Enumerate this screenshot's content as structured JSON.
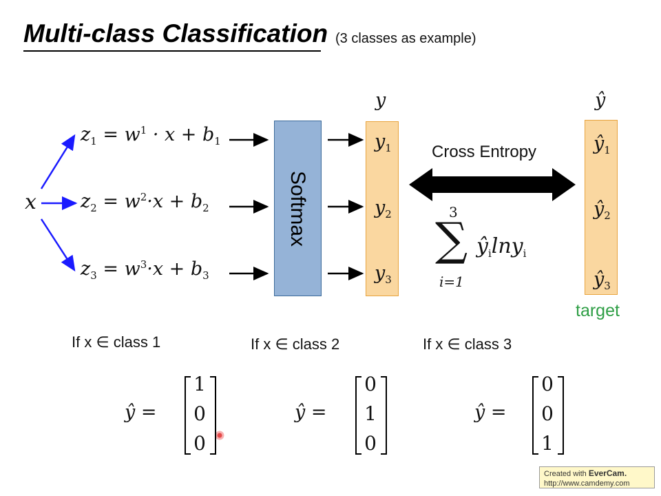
{
  "title": "Multi-class Classification",
  "subtitle": "(3 classes as example)",
  "input_label": "x",
  "equations": [
    {
      "z": "z",
      "zsub": "1",
      "eq": "= w",
      "sup": "1",
      "rest": " · x + b",
      "bsub": "1"
    },
    {
      "z": "z",
      "zsub": "2",
      "eq": "= w",
      "sup": "2",
      "rest": "·x + b",
      "bsub": "2"
    },
    {
      "z": "z",
      "zsub": "3",
      "eq": "= w",
      "sup": "3",
      "rest": "·x + b",
      "bsub": "3"
    }
  ],
  "softmax_label": "Softmax",
  "y_header": "y",
  "y_items": [
    {
      "base": "y",
      "sub": "1"
    },
    {
      "base": "y",
      "sub": "2"
    },
    {
      "base": "y",
      "sub": "3"
    }
  ],
  "yhat_header": "ŷ",
  "yhat_items": [
    {
      "base": "ŷ",
      "sub": "1"
    },
    {
      "base": "ŷ",
      "sub": "2"
    },
    {
      "base": "ŷ",
      "sub": "3"
    }
  ],
  "cross_entropy_label": "Cross Entropy",
  "sum_formula": {
    "upper": "3",
    "lower": "i=1",
    "symbol": "∑",
    "term1": "ŷ",
    "sub1": "i",
    "mid": "lny",
    "sub2": "i"
  },
  "target_label": "target",
  "colors": {
    "arrow_blue": "#1a1aff",
    "softmax_fill": "#95b3d7",
    "y_fill": "#fad7a0",
    "target_green": "#2e9e45"
  },
  "cases": [
    {
      "condition": "If x ∈ class 1",
      "lhs": "ŷ =",
      "vector": [
        "1",
        "0",
        "0"
      ]
    },
    {
      "condition": "If x ∈ class 2",
      "lhs": "ŷ =",
      "vector": [
        "0",
        "1",
        "0"
      ]
    },
    {
      "condition": "If x ∈ class 3",
      "lhs": "ŷ =",
      "vector": [
        "0",
        "0",
        "1"
      ]
    }
  ],
  "watermark": {
    "prefix": "Created with ",
    "brand": "EverCam.",
    "url": "http://www.camdemy.com"
  }
}
